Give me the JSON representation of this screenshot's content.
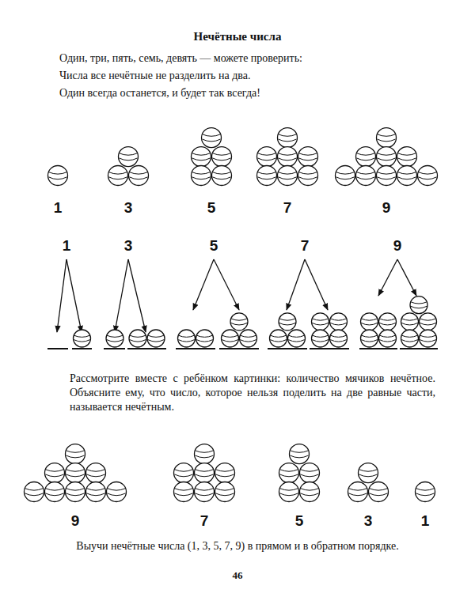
{
  "diagram": {
    "title": "Нечётные числа",
    "labels": [
      "Один, три, пять, семь, девять — можете проверить:",
      "Числа все нечётные не разделить на два.",
      "Один всегда останется, и будет так всегда!",
      "1",
      "3",
      "5",
      "7",
      "9",
      "1",
      "3",
      "5",
      "7",
      "9",
      "Рассмотрите вместе с ребёнком картинки: количество мячиков нечётное. Объясните ему, что число, которое нельзя поделить на две равные части, называется нечётным.",
      "9",
      "7",
      "5",
      "3",
      "1",
      "Выучи нечётные числа (1, 3, 5, 7, 9) в прямом и в обратном порядке.",
      "46"
    ]
  }
}
